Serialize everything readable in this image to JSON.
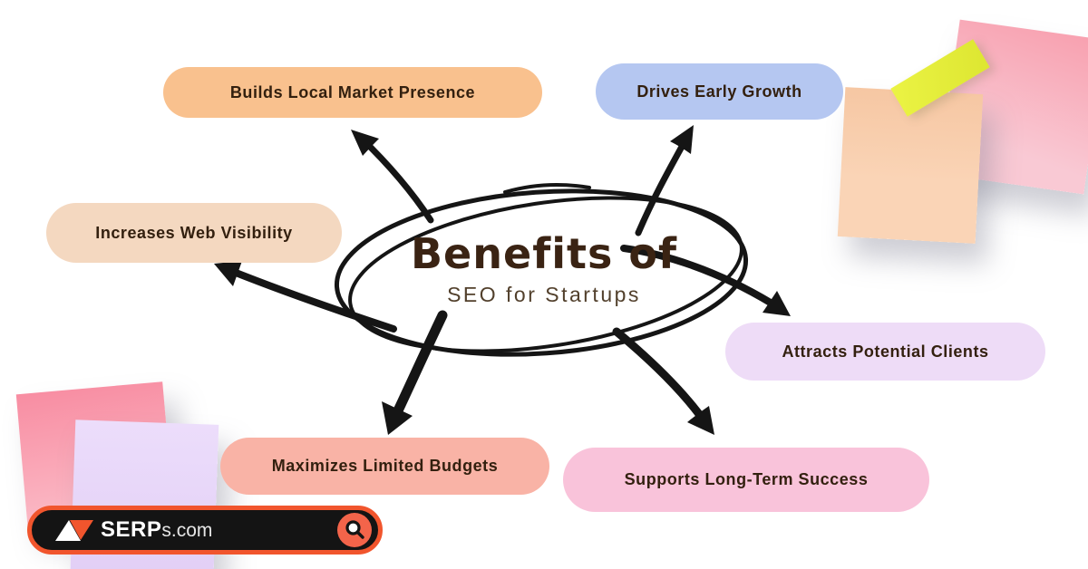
{
  "center": {
    "title": "Benefits of",
    "subtitle": "SEO for Startups"
  },
  "benefits": [
    {
      "label": "Builds Local Market Presence",
      "color": "#f9c18e"
    },
    {
      "label": "Drives Early Growth",
      "color": "#b5c7f1"
    },
    {
      "label": "Increases Web Visibility",
      "color": "#f4d8c0"
    },
    {
      "label": "Attracts Potential Clients",
      "color": "#eedcf7"
    },
    {
      "label": "Maximizes Limited Budgets",
      "color": "#f9b3a6"
    },
    {
      "label": "Supports Long-Term Success",
      "color": "#f9c3da"
    }
  ],
  "colors": {
    "ink": "#151515",
    "pill_text": "#33200f",
    "title_brown": "#3a2313",
    "subtitle_brown": "#52402c",
    "logo_orange": "#f1552d",
    "search_badge_orange": "#f3644a"
  },
  "logo": {
    "brand_bold": "SERP",
    "brand_suffix": "s.com"
  },
  "icons": {
    "logo_mark": "serps-triangles-icon",
    "search": "magnifier-icon"
  }
}
